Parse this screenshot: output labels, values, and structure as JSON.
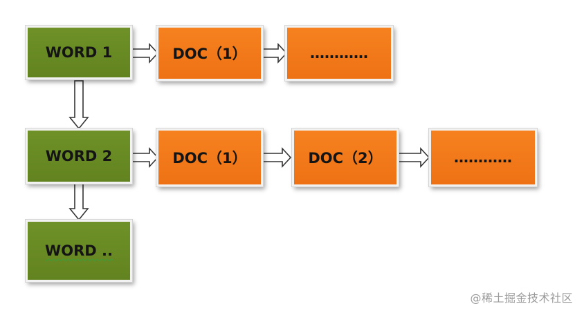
{
  "diagram": {
    "rows": [
      {
        "head": {
          "label": "WORD 1"
        },
        "items": [
          {
            "label": "DOC（1）"
          },
          {
            "label": "…………"
          }
        ]
      },
      {
        "head": {
          "label": "WORD 2"
        },
        "items": [
          {
            "label": "DOC（1）"
          },
          {
            "label": "DOC（2）"
          },
          {
            "label": "…………"
          }
        ]
      },
      {
        "head": {
          "label": "WORD .."
        },
        "items": []
      }
    ],
    "colors": {
      "word_fill": "#6b8e23",
      "doc_fill": "#f47c1c",
      "text": "#141414",
      "arrow_stroke": "#333333"
    }
  },
  "watermark": {
    "text": "@稀土掘金技术社区"
  }
}
